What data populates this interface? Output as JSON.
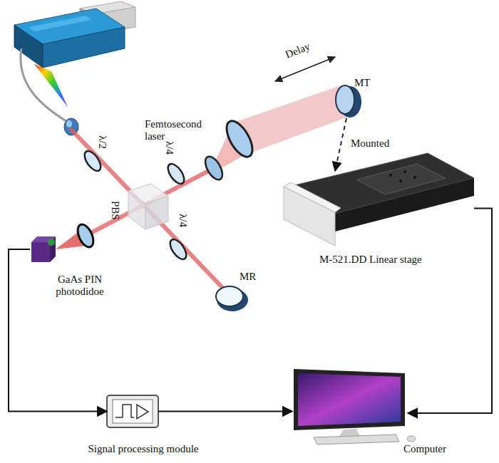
{
  "diagram": {
    "nodes": [
      {
        "text": [
          "Femtosecond laser"
        ]
      },
      {
        "text": [
          "MT"
        ]
      },
      {
        "text": [
          "M-521.DD Linear stage"
        ]
      },
      {
        "text": [
          "MR"
        ]
      },
      {
        "text": [
          "GaAs PIN photodidoe"
        ]
      },
      {
        "text": [
          "Signal processing module"
        ]
      },
      {
        "text": [
          "Computer"
        ]
      }
    ],
    "edges": [
      {
        "from": 1,
        "to": 2,
        "arrow": "to",
        "label": "Mounted"
      },
      {
        "from": 4,
        "to": 5,
        "arrow": "to"
      },
      {
        "from": 5,
        "to": 6,
        "arrow": "to"
      },
      {
        "from": 2,
        "to": 6,
        "arrow": "to"
      }
    ],
    "labels": [
      "Delay",
      "λ/2",
      "λ/4",
      "PBS",
      "λ/4"
    ]
  }
}
